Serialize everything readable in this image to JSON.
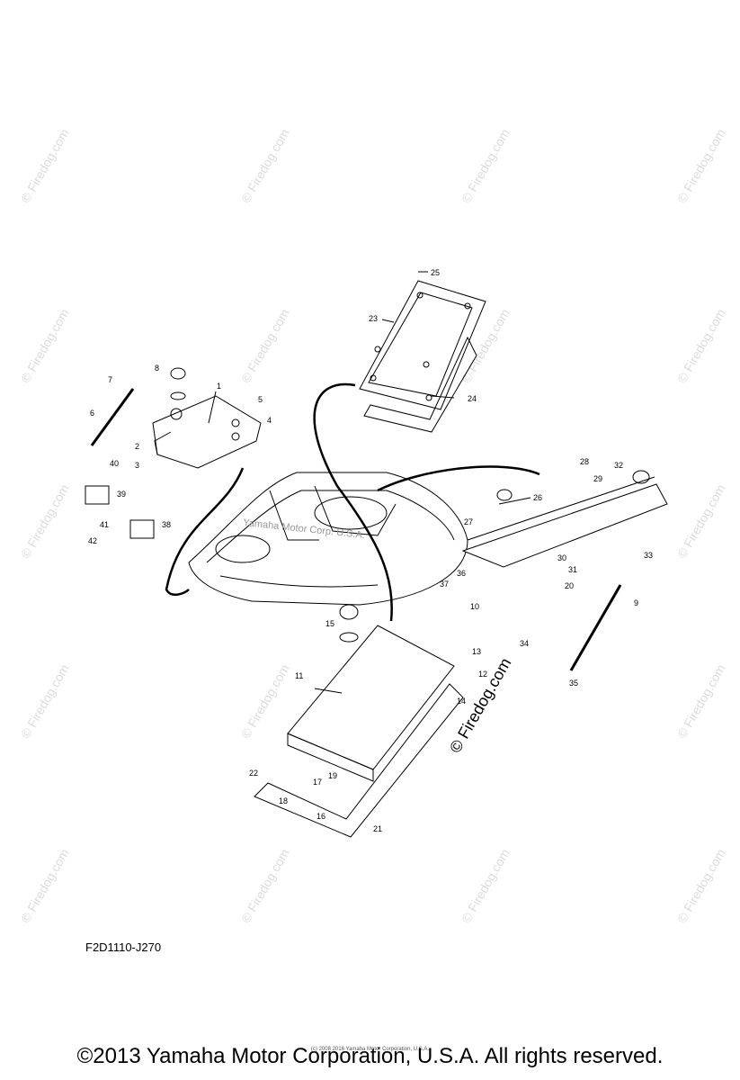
{
  "diagram_code": "F2D1110-J270",
  "copyright": "©2013 Yamaha Motor Corporation, U.S.A. All rights reserved.",
  "tiny_credit": "(c) 2008 2016 Yamaha Motor Corporation, U.S.A.",
  "center_watermark": "© Firedog.com",
  "hull_watermark": "Yamaha Motor Corp. U.S.A.",
  "watermark_text": "© Firedog.com",
  "part_labels": [
    "1",
    "2",
    "3",
    "4",
    "5",
    "6",
    "7",
    "8",
    "9",
    "10",
    "11",
    "12",
    "13",
    "14",
    "15",
    "16",
    "17",
    "18",
    "19",
    "20",
    "21",
    "22",
    "23",
    "24",
    "25",
    "26",
    "27",
    "28",
    "29",
    "30",
    "31",
    "32",
    "33",
    "34",
    "35",
    "36",
    "37",
    "38",
    "39",
    "40",
    "41",
    "42"
  ]
}
